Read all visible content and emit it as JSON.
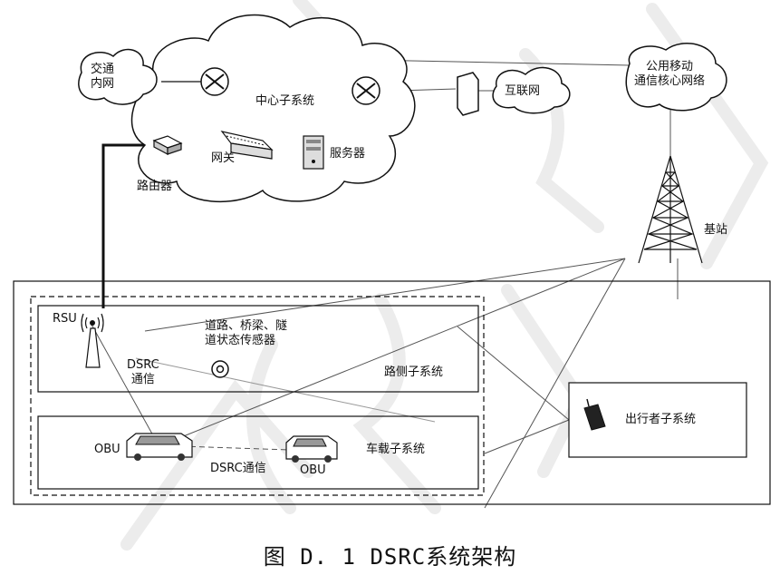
{
  "labels": {
    "traffic_net": "交通\n内网",
    "center_subsystem": "中心子系统",
    "gateway": "网关",
    "router": "路由器",
    "server": "服务器",
    "internet": "互联网",
    "mobile_core": "公用移动\n通信核心网络",
    "base_station": "基站",
    "rsu": "RSU",
    "sensors": "道路、桥梁、隧\n道状态传感器",
    "dsrc_comm_1": "DSRC\n通信",
    "roadside_subsystem": "路侧子系统",
    "obu_1": "OBU",
    "obu_2": "OBU",
    "dsrc_comm_2": "DSRC通信",
    "vehicle_subsystem": "车载子系统",
    "traveler_subsystem": "出行者子系统"
  },
  "caption": "图 D. 1 DSRC系统架构"
}
